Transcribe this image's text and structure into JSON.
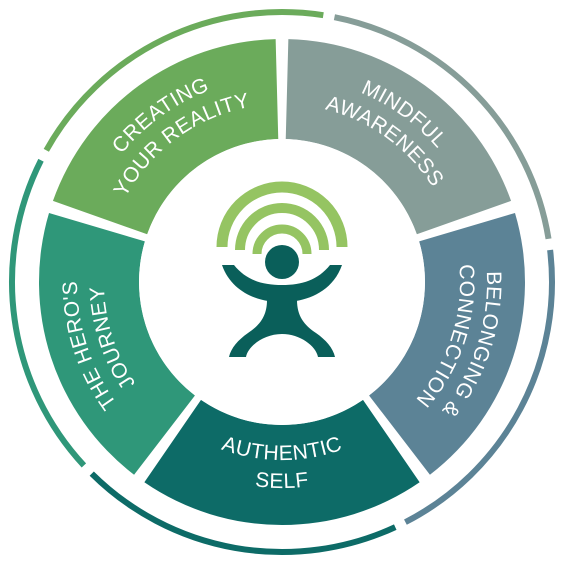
{
  "segments": [
    {
      "id": "creating",
      "line1": "CREATING",
      "line2": "YOUR REALITY",
      "color": "#6bab5b"
    },
    {
      "id": "mindful",
      "line1": "MINDFUL",
      "line2": "AWARENESS",
      "color": "#869d98"
    },
    {
      "id": "belonging",
      "line1": "BELONGING &",
      "line2": "CONNECTION",
      "color": "#5c8396"
    },
    {
      "id": "authentic",
      "line1": "AUTHENTIC",
      "line2": "SELF",
      "color": "#0d6b67"
    },
    {
      "id": "hero",
      "line1": "THE HERO'S",
      "line2": "JOURNEY",
      "color": "#2f9779"
    }
  ],
  "logo": {
    "arc_color": "#95c462",
    "figure_color": "#0a5f5a",
    "icon": "person-with-signal-arcs-icon"
  }
}
